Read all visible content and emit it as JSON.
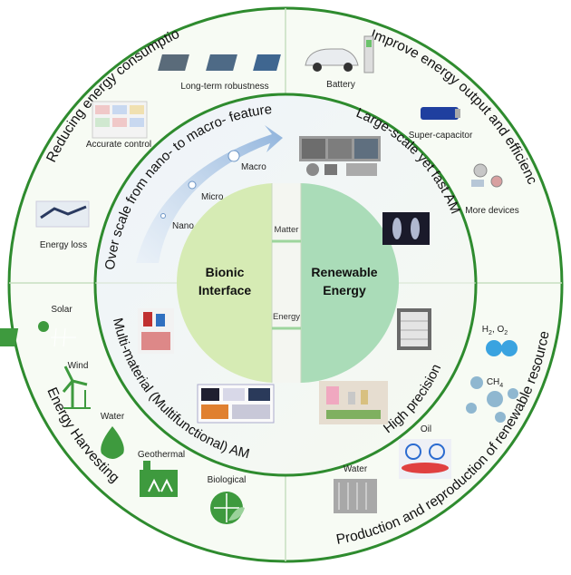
{
  "outer_ring": {
    "top_left": "Reducing energy consumption",
    "top_right": "Improve energy output and efficiency",
    "bottom_left": "Energy Harvesting",
    "bottom_right": "Production and reproduction of renewable resources"
  },
  "middle_ring": {
    "top_left": "Over scale from nano- to macro- features",
    "top_right": "Large-scale yet fast AM",
    "bottom_left": "Multi-material (Multifunctional) AM",
    "bottom_right": "High precision"
  },
  "scale_labels": {
    "nano": "Nano",
    "micro": "Micro",
    "macro": "Macro"
  },
  "core": {
    "left_line1": "Bionic",
    "left_line2": "Interface",
    "right_line1": "Renewable",
    "right_line2": "Energy",
    "matter": "Matter",
    "energy": "Energy"
  },
  "reducing_items": {
    "robustness": "Long-term robustness",
    "control": "Accurate control",
    "loss": "Energy loss"
  },
  "output_items": {
    "battery": "Battery",
    "supercap": "Super-capacitor",
    "devices": "More devices"
  },
  "harvest_items": {
    "solar": "Solar",
    "wind": "Wind",
    "water": "Water",
    "geothermal": "Geothermal",
    "biological": "Biological"
  },
  "resource_items": {
    "h2o2_main": "H",
    "h2o2_sub1": "2",
    "h2o2_mid": ", O",
    "h2o2_sub2": "2",
    "ch4_main": "CH",
    "ch4_sub": "4",
    "oil": "Oil",
    "water": "Water"
  },
  "colors": {
    "outer_ring_stroke": "#2e8b2e",
    "core_left": "#d6ebb4",
    "core_right": "#aadcb8",
    "molecule_blue": "#3aa3e0",
    "plant_green": "#3e9a3e"
  }
}
